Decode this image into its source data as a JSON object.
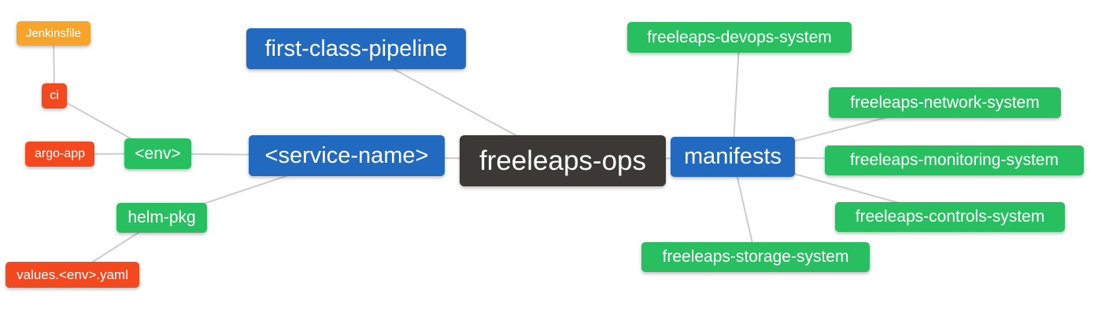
{
  "diagram": {
    "type": "mindmap",
    "root": "freeleaps-ops",
    "colors": {
      "blue": "#2269c0",
      "green": "#27bf5f",
      "orange": "#f7a52a",
      "red": "#f4491e",
      "dark": "#3b3835",
      "edge": "#cccccc",
      "text": "#ffffff",
      "background": "#ffffff"
    },
    "nodes": [
      {
        "id": "freeleaps-ops",
        "label": "freeleaps-ops",
        "color_key": "dark"
      },
      {
        "id": "first-class-pipeline",
        "label": "first-class-pipeline",
        "color_key": "blue"
      },
      {
        "id": "service-name",
        "label": "<service-name>",
        "color_key": "blue"
      },
      {
        "id": "manifests",
        "label": "manifests",
        "color_key": "blue"
      },
      {
        "id": "env",
        "label": "<env>",
        "color_key": "green"
      },
      {
        "id": "helm-pkg",
        "label": "helm-pkg",
        "color_key": "green"
      },
      {
        "id": "jenkinsfile",
        "label": "Jenkinsfile",
        "color_key": "orange"
      },
      {
        "id": "ci",
        "label": "ci",
        "color_key": "red"
      },
      {
        "id": "argo-app",
        "label": "argo-app",
        "color_key": "red"
      },
      {
        "id": "values-env-yaml",
        "label": "values.<env>.yaml",
        "color_key": "red"
      },
      {
        "id": "freeleaps-devops-system",
        "label": "freeleaps-devops-system",
        "color_key": "green"
      },
      {
        "id": "freeleaps-network-system",
        "label": "freeleaps-network-system",
        "color_key": "green"
      },
      {
        "id": "freeleaps-monitoring-system",
        "label": "freeleaps-monitoring-system",
        "color_key": "green"
      },
      {
        "id": "freeleaps-controls-system",
        "label": "freeleaps-controls-system",
        "color_key": "green"
      },
      {
        "id": "freeleaps-storage-system",
        "label": "freeleaps-storage-system",
        "color_key": "green"
      }
    ],
    "edges": [
      [
        "jenkinsfile",
        "ci"
      ],
      [
        "ci",
        "env"
      ],
      [
        "argo-app",
        "env"
      ],
      [
        "env",
        "service-name"
      ],
      [
        "service-name",
        "freeleaps-ops"
      ],
      [
        "first-class-pipeline",
        "freeleaps-ops"
      ],
      [
        "service-name",
        "helm-pkg"
      ],
      [
        "helm-pkg",
        "values-env-yaml"
      ],
      [
        "freeleaps-ops",
        "manifests"
      ],
      [
        "manifests",
        "freeleaps-devops-system"
      ],
      [
        "manifests",
        "freeleaps-network-system"
      ],
      [
        "manifests",
        "freeleaps-monitoring-system"
      ],
      [
        "manifests",
        "freeleaps-controls-system"
      ],
      [
        "manifests",
        "freeleaps-storage-system"
      ]
    ]
  }
}
